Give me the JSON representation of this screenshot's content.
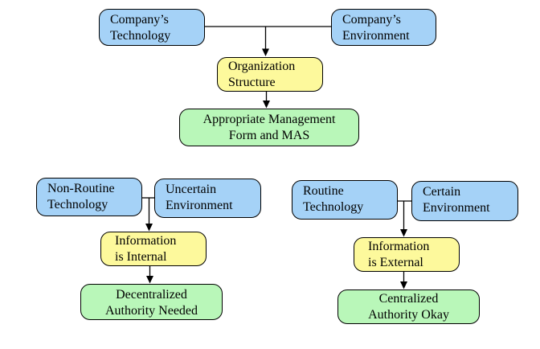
{
  "diagram_type": "flowchart",
  "colors": {
    "technology_environment_fill": "#a5d2f7",
    "intermediate_fill": "#fdf99c",
    "outcome_fill": "#b9f7b9",
    "border": "#000000",
    "connector": "#000000",
    "background": "#ffffff"
  },
  "nodes": {
    "companys_technology": {
      "line1": "Company’s",
      "line2": "Technology"
    },
    "companys_environment": {
      "line1": "Company’s",
      "line2": "Environment"
    },
    "organization_structure": {
      "line1": "Organization",
      "line2": "Structure"
    },
    "appropriate_management": {
      "line1": "Appropriate Management",
      "line2": "Form and MAS"
    },
    "non_routine_technology": {
      "line1": "Non-Routine",
      "line2": "Technology"
    },
    "uncertain_environment": {
      "line1": "Uncertain",
      "line2": "Environment"
    },
    "information_internal": {
      "line1": "Information",
      "line2": "is Internal"
    },
    "decentralized_authority": {
      "line1": "Decentralized",
      "line2": "Authority Needed"
    },
    "routine_technology": {
      "line1": "Routine",
      "line2": "Technology"
    },
    "certain_environment": {
      "line1": "Certain",
      "line2": "Environment"
    },
    "information_external": {
      "line1": "Information",
      "line2": "is External"
    },
    "centralized_authority": {
      "line1": "Centralized",
      "line2": "Authority Okay"
    }
  }
}
